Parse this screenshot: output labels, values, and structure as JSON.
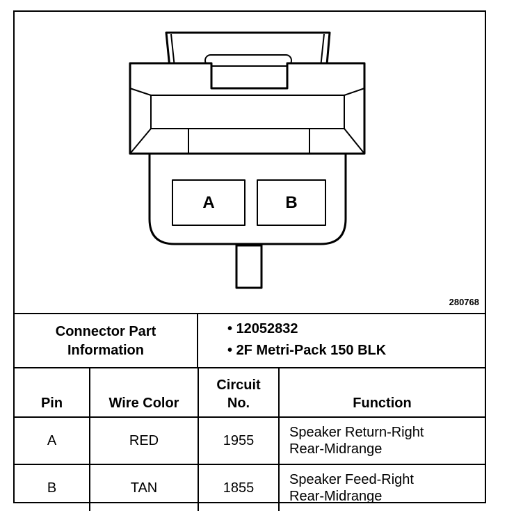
{
  "diagram": {
    "figure_number": "280768",
    "cavity_labels": [
      "A",
      "B"
    ]
  },
  "connector_info": {
    "label_line1": "Connector Part",
    "label_line2": "Information",
    "items": [
      "12052832",
      "2F Metri-Pack 150 BLK"
    ]
  },
  "table": {
    "headers": {
      "pin": "Pin",
      "wire_color": "Wire Color",
      "circuit_line1": "Circuit",
      "circuit_line2": "No.",
      "function": "Function"
    },
    "rows": [
      {
        "pin": "A",
        "wire_color": "RED",
        "circuit": "1955",
        "function_line1": "Speaker Return-Right",
        "function_line2": "Rear-Midrange"
      },
      {
        "pin": "B",
        "wire_color": "TAN",
        "circuit": "1855",
        "function_line1": "Speaker Feed-Right",
        "function_line2": "Rear-Midrange"
      }
    ]
  }
}
